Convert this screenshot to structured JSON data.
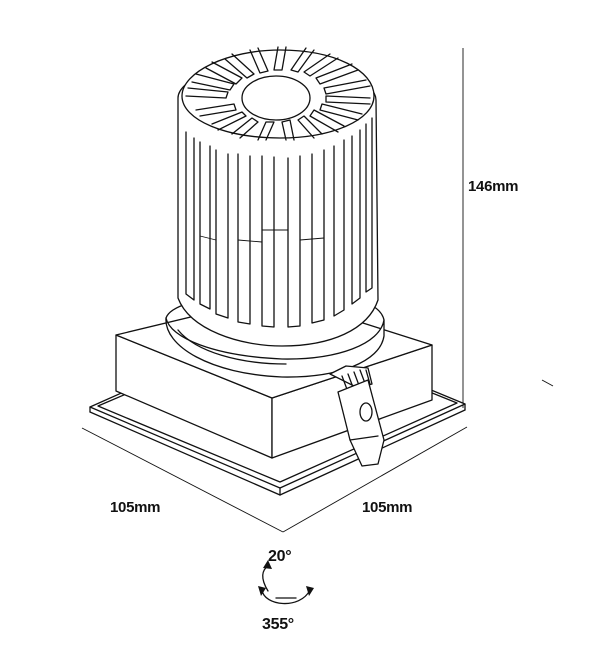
{
  "dimensions": {
    "height": "146mm",
    "width": "105mm",
    "depth": "105mm"
  },
  "adjustment": {
    "tilt": "20°",
    "rotation": "355°"
  },
  "icons": {
    "tilt_arrow": "curved-arrow-icon",
    "rotation_arrow": "rotation-arrow-icon"
  }
}
